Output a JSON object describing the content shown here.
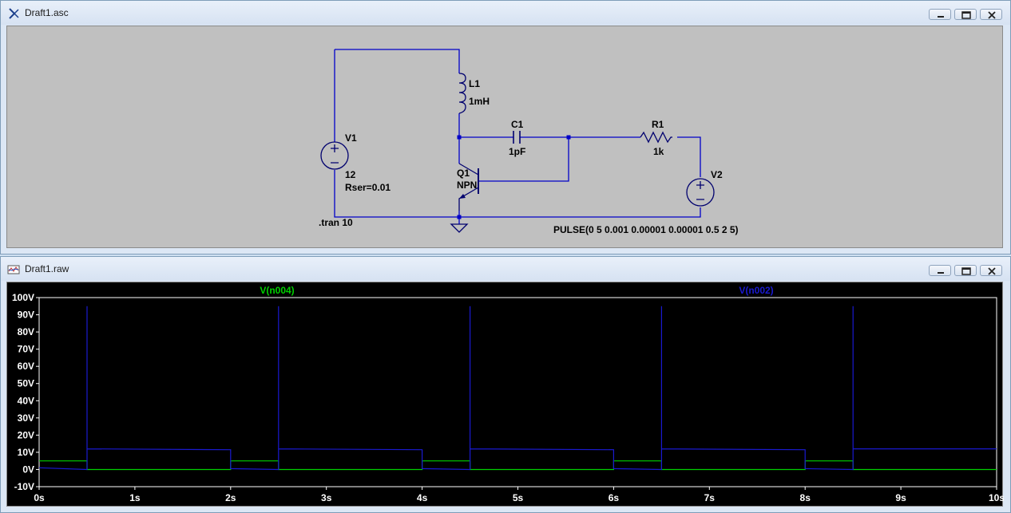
{
  "schematic_window": {
    "title": "Draft1.asc",
    "icon": "ltspice-schematic-icon",
    "components": {
      "l1": {
        "name": "L1",
        "value": "1mH"
      },
      "c1": {
        "name": "C1",
        "value": "1pF"
      },
      "r1": {
        "name": "R1",
        "value": "1k"
      },
      "v1": {
        "name": "V1",
        "value": "12",
        "param": "Rser=0.01"
      },
      "q1": {
        "name": "Q1",
        "model": "NPN"
      },
      "v2": {
        "name": "V2",
        "value": "PULSE(0 5 0.001 0.00001 0.00001 0.5 2 5)"
      }
    },
    "directive": ".tran 10",
    "colors": {
      "background": "#c0c0c0",
      "wire": "#0000c8",
      "component": "#00006e",
      "text": "#000000"
    }
  },
  "waveform_window": {
    "title": "Draft1.raw",
    "icon": "waveform-icon",
    "traces": [
      {
        "label": "V(n004)",
        "color": "#00d000"
      },
      {
        "label": "V(n002)",
        "color": "#1a1ad0"
      }
    ],
    "y_tick_labels": [
      "100V",
      "90V",
      "80V",
      "70V",
      "60V",
      "50V",
      "40V",
      "30V",
      "20V",
      "10V",
      "0V",
      "-10V"
    ],
    "x_tick_labels": [
      "0s",
      "1s",
      "2s",
      "3s",
      "4s",
      "5s",
      "6s",
      "7s",
      "8s",
      "9s",
      "10s"
    ]
  },
  "chart_data": {
    "type": "line",
    "xlabel": "",
    "ylabel": "",
    "xlim": [
      0,
      10
    ],
    "ylim": [
      -10,
      100
    ],
    "grid": false,
    "series": [
      {
        "name": "V(n004)",
        "color": "#00d000",
        "x": [
          0,
          0.5,
          0.5,
          2,
          2,
          2.5,
          2.5,
          4,
          4,
          4.5,
          4.5,
          6,
          6,
          6.5,
          6.5,
          8,
          8,
          8.5,
          8.5,
          10
        ],
        "y": [
          5,
          5,
          0,
          0,
          5,
          5,
          0,
          0,
          5,
          5,
          0,
          0,
          5,
          5,
          0,
          0,
          5,
          5,
          0,
          0
        ]
      },
      {
        "name": "V(n002)",
        "color": "#1a1ad0",
        "x": [
          0,
          0.5,
          0.5,
          0.5,
          0.5,
          2,
          2,
          2.5,
          2.5,
          2.5,
          2.5,
          4,
          4,
          4.5,
          4.5,
          4.5,
          4.5,
          6,
          6,
          6.5,
          6.5,
          6.5,
          6.5,
          8,
          8,
          8.5,
          8.5,
          8.5,
          8.5,
          10
        ],
        "y": [
          1,
          0,
          95,
          12,
          12,
          11.5,
          0.5,
          0,
          95,
          12,
          12,
          11.5,
          0.5,
          0,
          95,
          12,
          12,
          11.5,
          0.5,
          0,
          95,
          12,
          12,
          11.5,
          0.5,
          0,
          95,
          12,
          12,
          12
        ]
      }
    ]
  }
}
